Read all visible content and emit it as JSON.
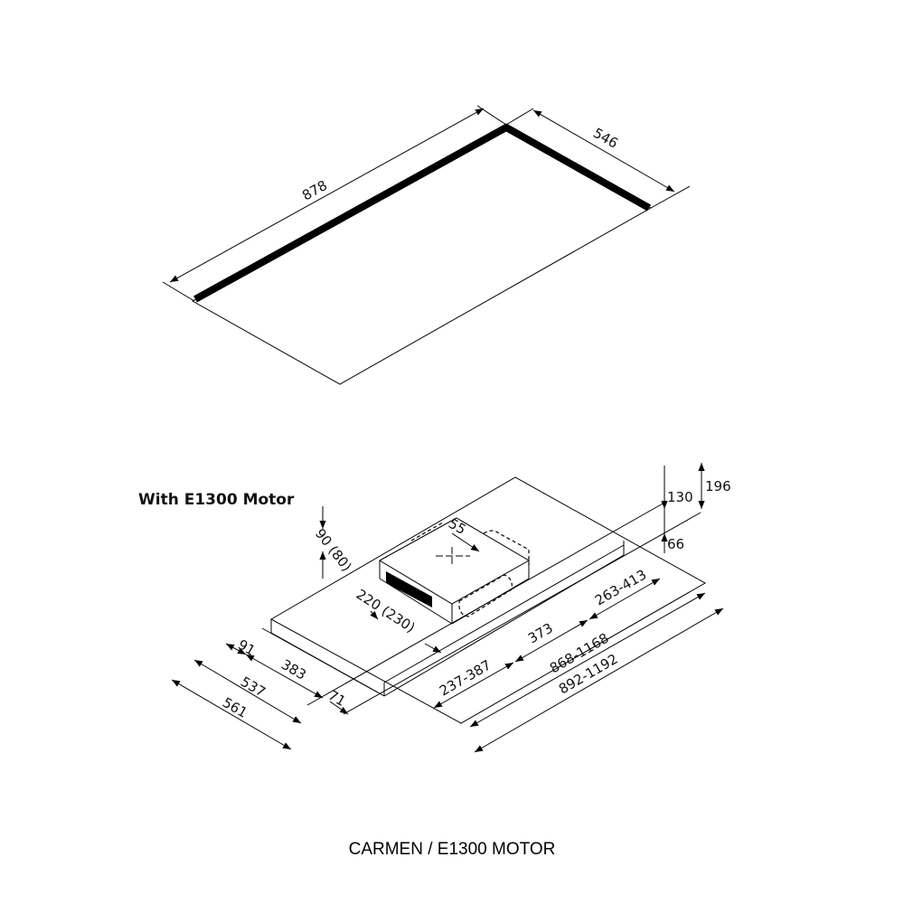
{
  "top_view": {
    "length": "878",
    "width": "546"
  },
  "lower_view": {
    "heading": "With E1300 Motor",
    "dims": {
      "d91": "91",
      "d383": "383",
      "d537": "537",
      "d561": "561",
      "d71": "71",
      "d237_387": "237-387",
      "d373": "373",
      "d263_413": "263-413",
      "d868_1168": "868-1168",
      "d892_1192": "892-1192",
      "d130": "130",
      "d196": "196",
      "d66": "66",
      "d90_80": "90 (80)",
      "d220_230": "220 (230)",
      "d55": "55"
    }
  },
  "caption": "CARMEN / E1300 MOTOR"
}
